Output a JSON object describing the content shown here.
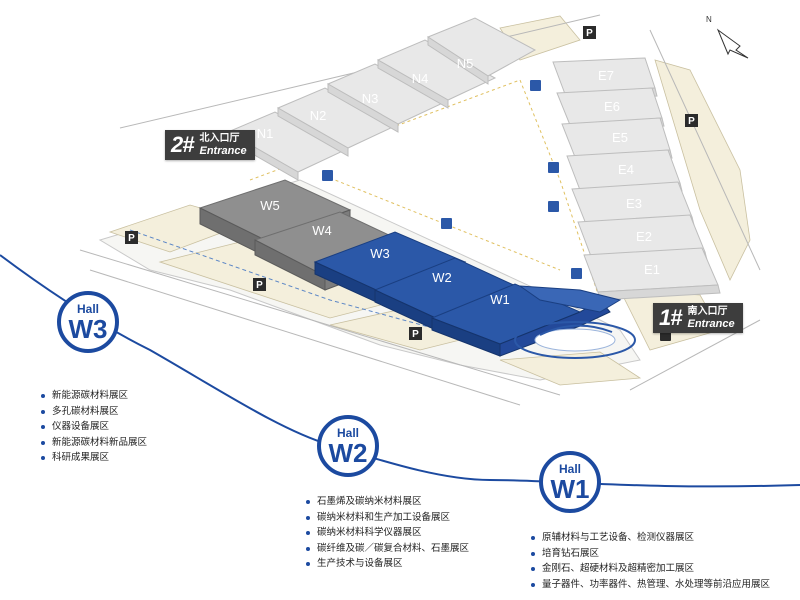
{
  "compass": {
    "north_letter": "N"
  },
  "halls": {
    "north": [
      "N1",
      "N2",
      "N3",
      "N4",
      "N5"
    ],
    "east": [
      "E7",
      "E6",
      "E5",
      "E4",
      "E3",
      "E2",
      "E1"
    ],
    "west": [
      "W5",
      "W4",
      "W3",
      "W2",
      "W1"
    ]
  },
  "parking_symbol": "P",
  "entrances": {
    "north": {
      "number": "2#",
      "zh": "北入口厅",
      "en": "Entrance"
    },
    "south": {
      "number": "1#",
      "zh": "南入口厅",
      "en": "Entrance"
    }
  },
  "zones": [
    {
      "hall_word": "Hall",
      "code": "W3",
      "items": [
        "新能源碳材料展区",
        "多孔碳材料展区",
        "仪器设备展区",
        "新能源碳材料新品展区",
        "科研成果展区"
      ]
    },
    {
      "hall_word": "Hall",
      "code": "W2",
      "items": [
        "石墨烯及碳纳米材料展区",
        "碳纳米材料和生产加工设备展区",
        "碳纳米材料科学仪器展区",
        "碳纤维及碳／碳复合材料、石墨展区",
        "生产技术与设备展区"
      ]
    },
    {
      "hall_word": "Hall",
      "code": "W1",
      "items": [
        "原辅材料与工艺设备、检测仪器展区",
        "培育钻石展区",
        "金刚石、超硬材料及超精密加工展区",
        "量子器件、功率器件、热管理、水处理等前沿应用展区"
      ]
    }
  ],
  "colors": {
    "accent_blue": "#1c4aa0",
    "grey_hall": "#9a9a9a",
    "light_hall": "#e6e6e6",
    "land": "#f4efdc"
  }
}
